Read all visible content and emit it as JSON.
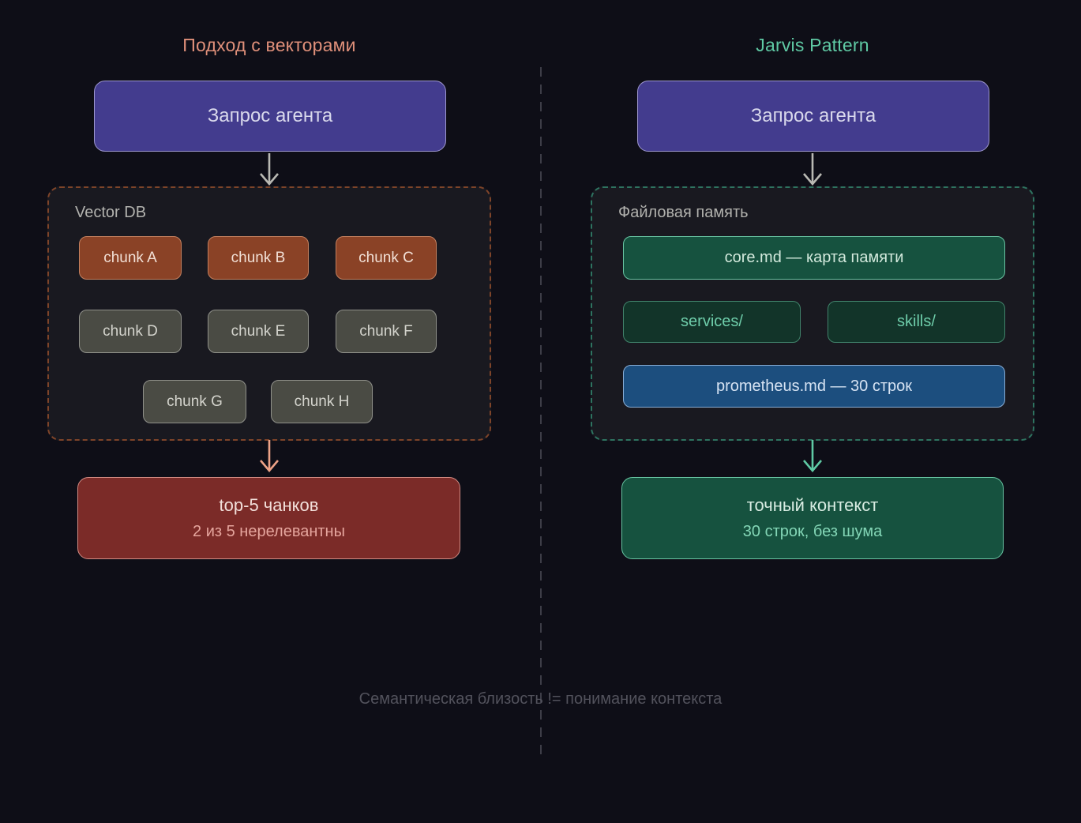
{
  "colors": {
    "background": "#0e0e17",
    "left_accent": "#e0907a",
    "right_accent": "#5fc9a4",
    "query_box_fill": "#433c8e",
    "hot_chunk_fill": "#8a4226",
    "cold_chunk_fill": "#4a4b44",
    "bad_result_fill": "#7b2b28",
    "good_result_fill": "#16523f",
    "blue_file_fill": "#1c4e7e",
    "gray_arrow": "#b9b9b3"
  },
  "left": {
    "title": "Подход с векторами",
    "query_label": "Запрос агента",
    "vector_db": {
      "label": "Vector DB",
      "chunks": [
        {
          "label": "chunk A",
          "emphasis": "hot"
        },
        {
          "label": "chunk B",
          "emphasis": "hot"
        },
        {
          "label": "chunk C",
          "emphasis": "hot"
        },
        {
          "label": "chunk D",
          "emphasis": "muted"
        },
        {
          "label": "chunk E",
          "emphasis": "muted"
        },
        {
          "label": "chunk F",
          "emphasis": "muted"
        },
        {
          "label": "chunk G",
          "emphasis": "muted"
        },
        {
          "label": "chunk H",
          "emphasis": "muted"
        }
      ]
    },
    "result": {
      "title": "top-5 чанков",
      "subtitle": "2 из 5 нерелевантны"
    }
  },
  "right": {
    "title": "Jarvis Pattern",
    "query_label": "Запрос агента",
    "file_memory": {
      "label": "Файловая память",
      "files": [
        {
          "label": "core.md — карта памяти",
          "style": "green"
        },
        {
          "label": "services/",
          "style": "outline"
        },
        {
          "label": "skills/",
          "style": "outline"
        },
        {
          "label": "prometheus.md — 30 строк",
          "style": "blue"
        }
      ]
    },
    "result": {
      "title": "точный контекст",
      "subtitle": "30 строк, без шума"
    }
  },
  "footer": {
    "caption": "Семантическая близость != понимание контекста"
  }
}
